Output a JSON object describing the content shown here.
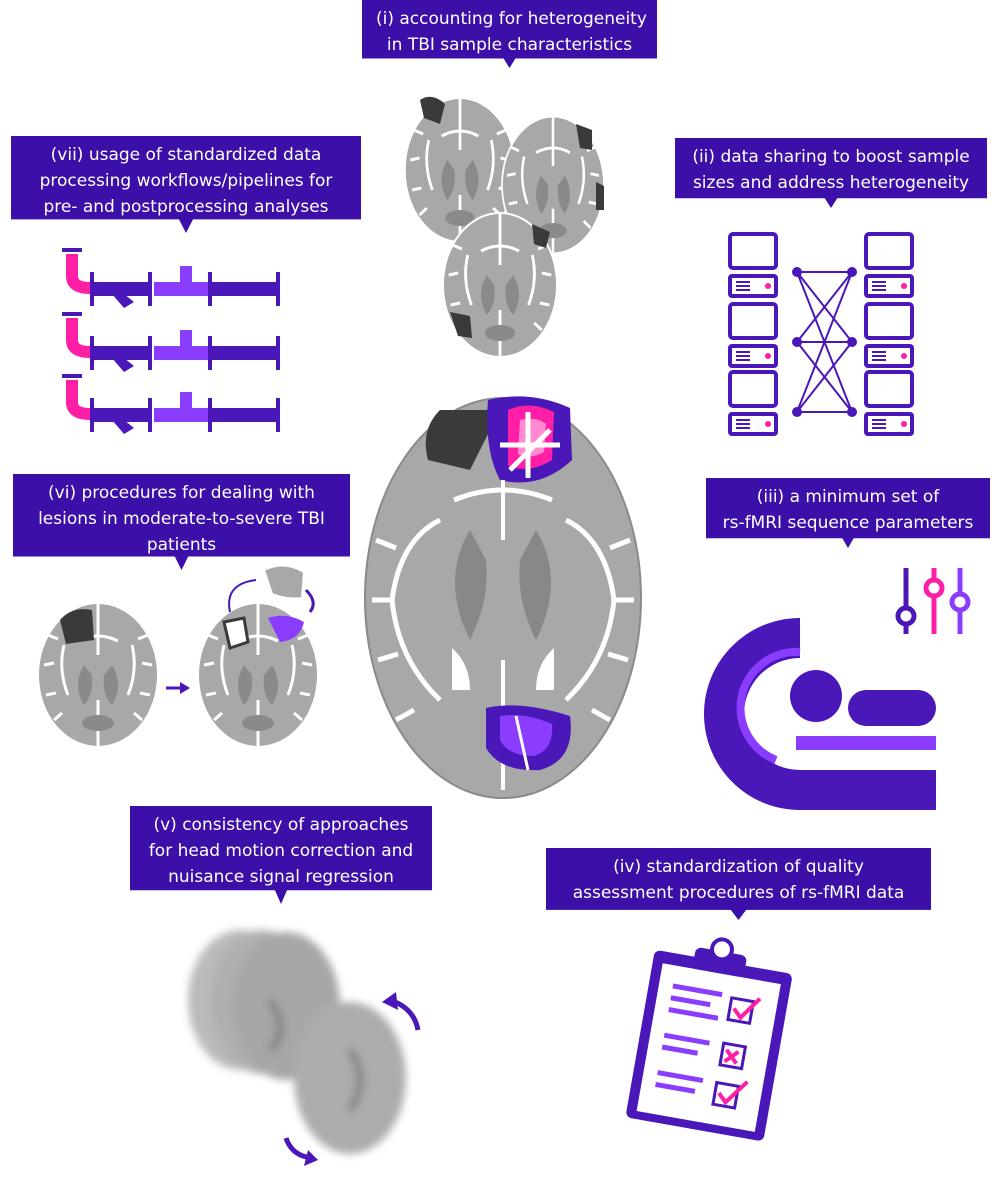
{
  "banners": {
    "b1": [
      "(i) accounting for heterogeneity",
      "in TBI sample characteristics"
    ],
    "b2": [
      "(ii) data sharing to boost sample",
      "sizes and address heterogeneity"
    ],
    "b3": [
      "(iii) a minimum set of",
      "rs-fMRI sequence parameters"
    ],
    "b4": [
      "(iv) standardization of quality",
      "assessment procedures of rs-fMRI data"
    ],
    "b5": [
      "(v) consistency of approaches",
      "for head motion correction and",
      "nuisance signal regression"
    ],
    "b6": [
      "(vi) procedures for dealing with",
      "lesions in moderate-to-severe TBI",
      "patients"
    ],
    "b7": [
      "(vii) usage of standardized data",
      "processing workflows/pipelines for",
      "pre- and postprocessing analyses"
    ]
  },
  "colors": {
    "banner": "#3b0fa8",
    "purple": "#4a17b8",
    "violet": "#8a3cff",
    "magenta": "#ff1ea6",
    "brain_light": "#a8a8a8",
    "brain_dark": "#888888",
    "lesion": "#3a3a3a"
  },
  "icons": [
    "brain-slice-icon",
    "computer-tower-icon",
    "pipeline-icon",
    "mri-scanner-icon",
    "slider-icon",
    "clipboard-checklist-icon",
    "rotate-arrow-icon"
  ]
}
